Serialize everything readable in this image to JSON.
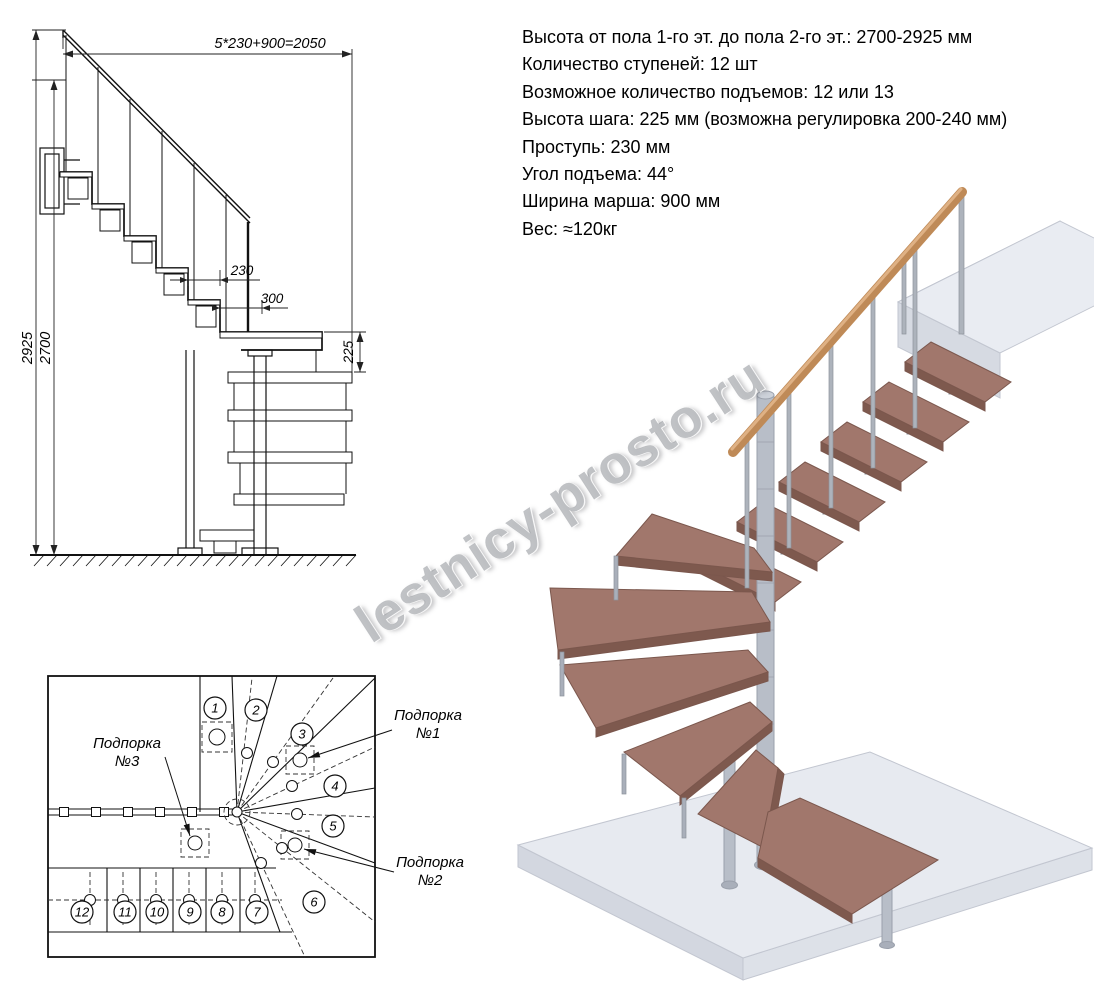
{
  "specs": {
    "lines": [
      "Высота от пола 1-го эт. до пола 2-го эт.: 2700-2925 мм",
      "Количество ступеней: 12 шт",
      "Возможное количество подъемов: 12 или 13",
      "Высота шага: 225 мм (возможна регулировка 200-240 мм)",
      "Проступь: 230 мм",
      "Угол подъема: 44°",
      "Ширина марша: 900 мм",
      "Вес: ≈120кг"
    ]
  },
  "elevation": {
    "dim_top": "5*230+900=2050",
    "dim_tread": "230",
    "dim_going": "300",
    "dim_riser": "225",
    "dim_height_max": "2925",
    "dim_height_min": "2700"
  },
  "plan": {
    "steps": [
      "1",
      "2",
      "3",
      "4",
      "5",
      "6",
      "7",
      "8",
      "9",
      "10",
      "11",
      "12"
    ],
    "supports": {
      "s1_line1": "Подпорка",
      "s1_line2": "№1",
      "s2_line1": "Подпорка",
      "s2_line2": "№2",
      "s3_line1": "Подпорка",
      "s3_line2": "№3"
    }
  },
  "watermark": "lestnicy-prosto.ru",
  "colors": {
    "line": "#111111",
    "wood_tread": "#a1776c",
    "wood_handrail": "#bf8a57",
    "metal": "#b8bec8",
    "floor_slab": "#e7eaf0",
    "watermark_gray": "#84888e"
  }
}
